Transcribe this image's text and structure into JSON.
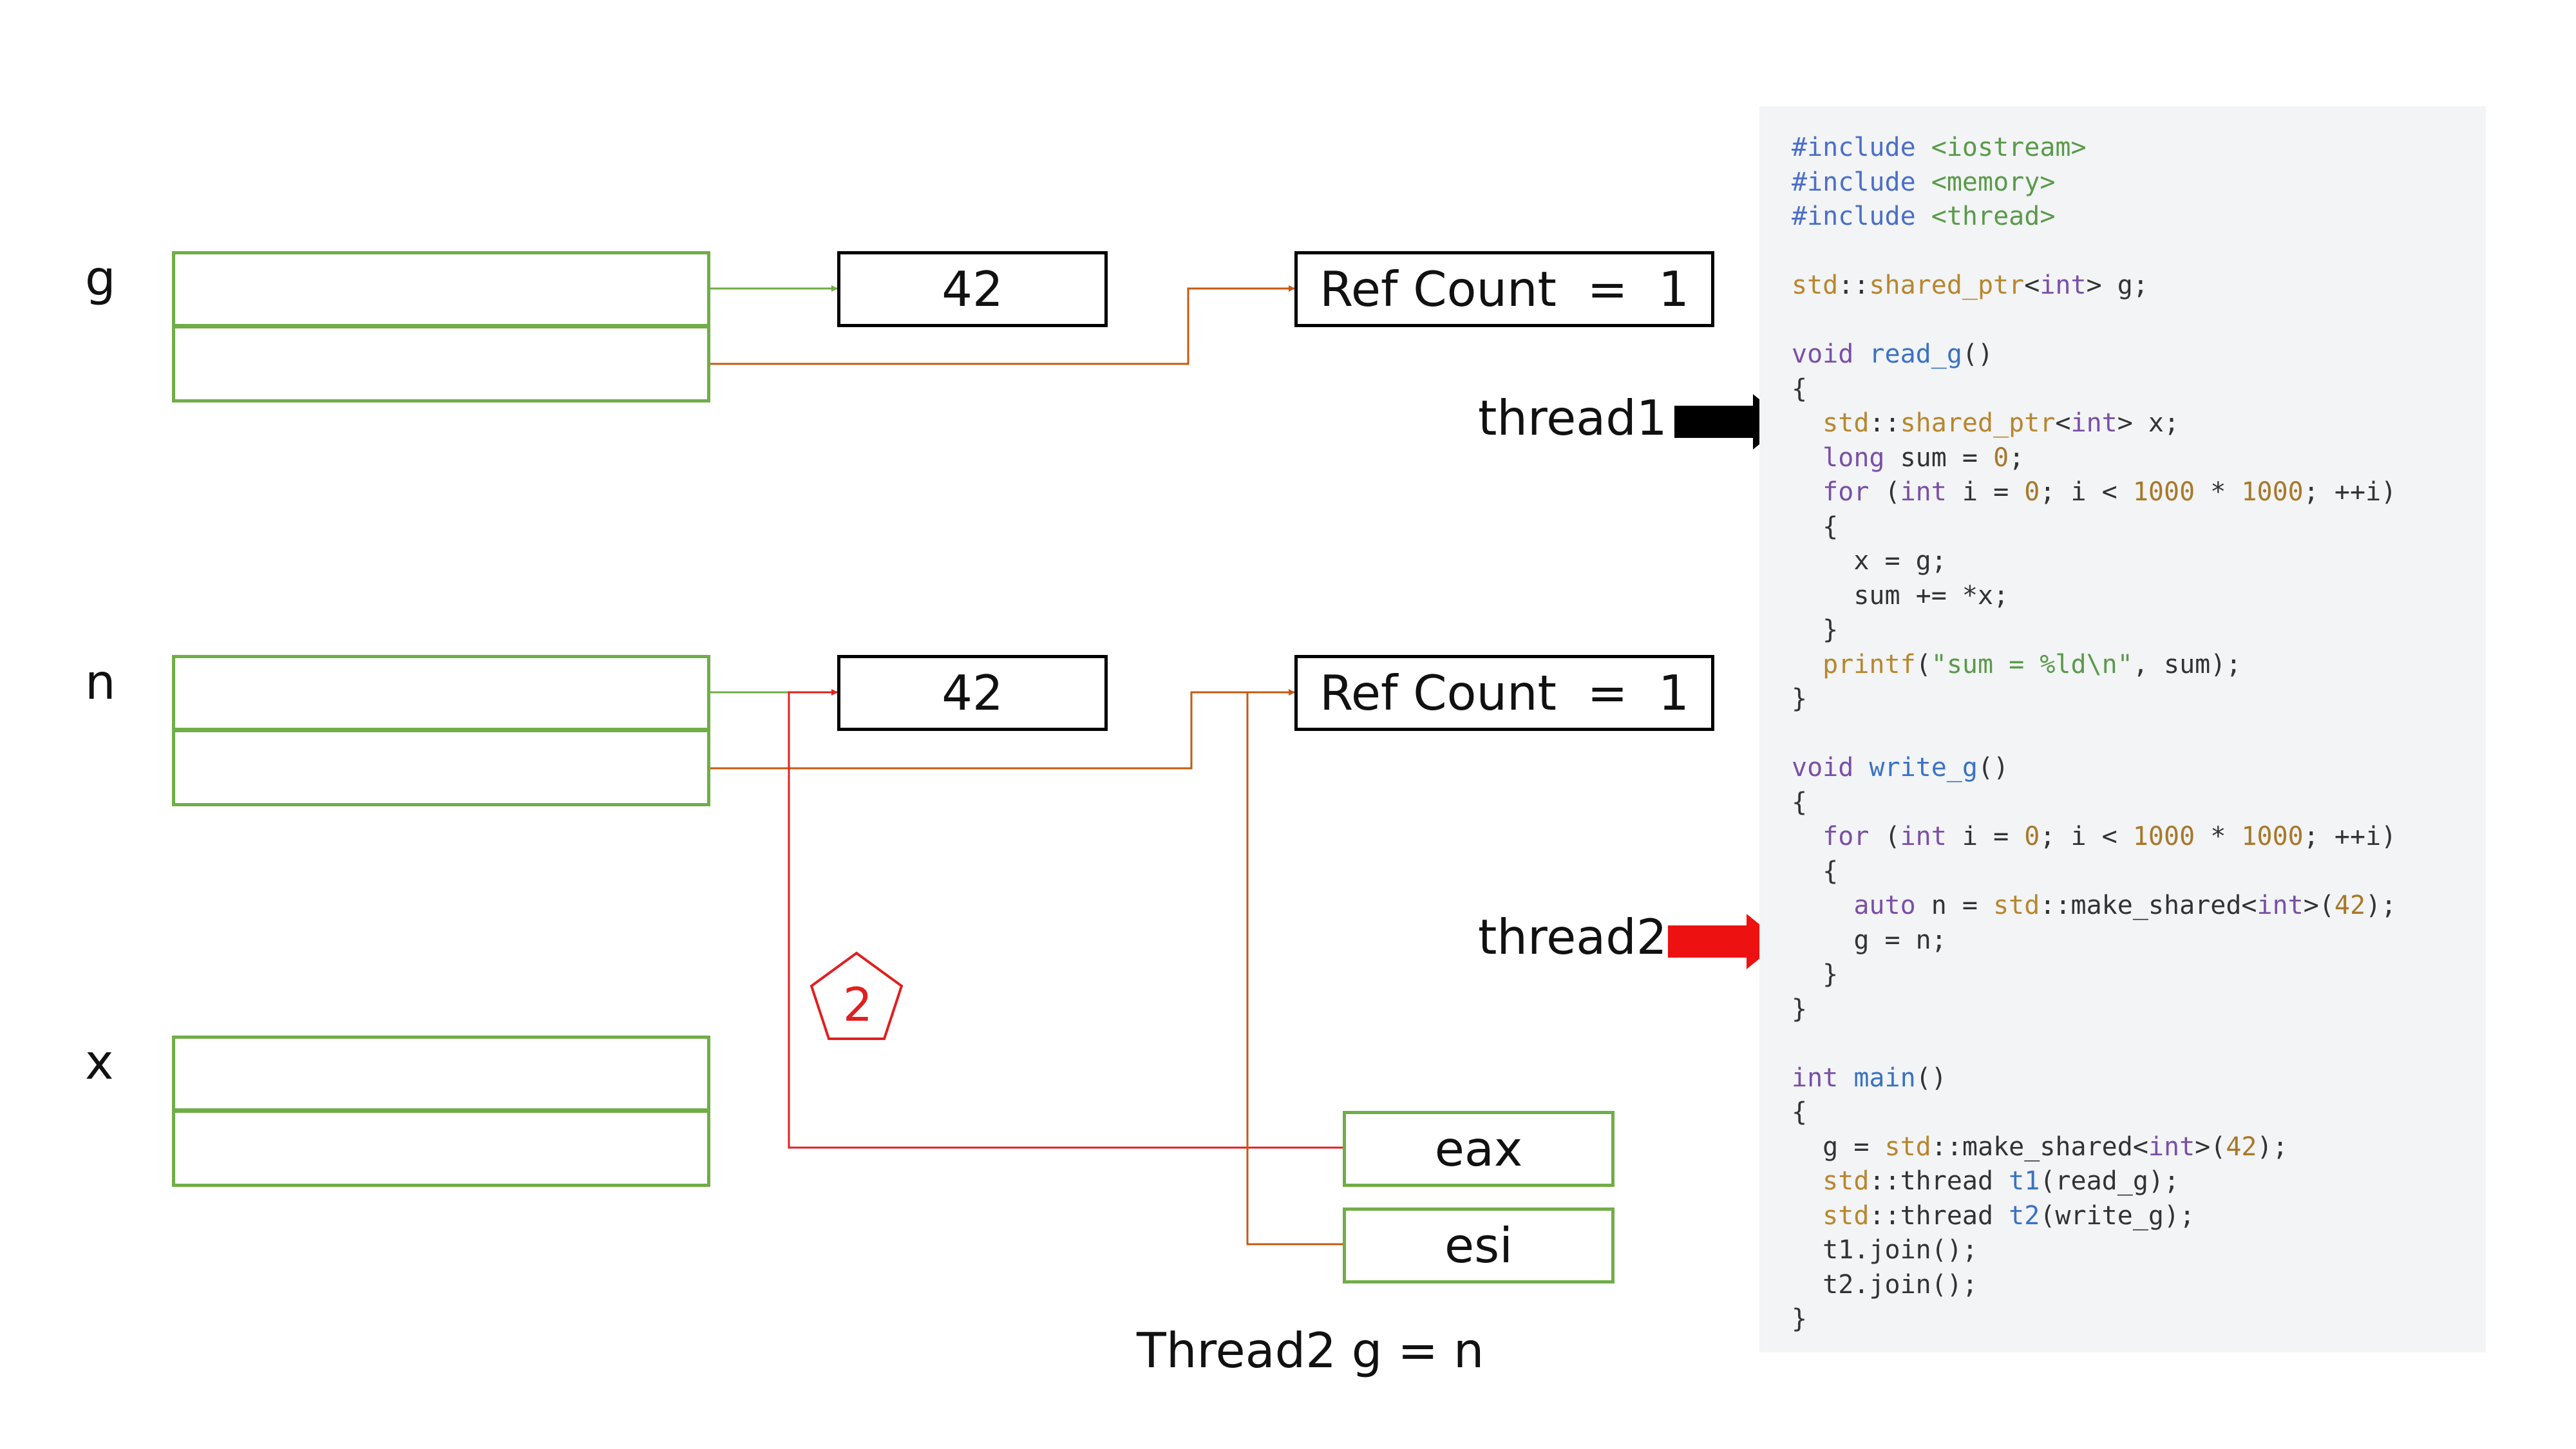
{
  "diagram": {
    "variables": [
      {
        "name": "g"
      },
      {
        "name": "n"
      },
      {
        "name": "x"
      }
    ],
    "g_value_box": "42",
    "g_refcount_box": "Ref Count  =  1",
    "n_value_box": "42",
    "n_refcount_box": "Ref Count  =  1",
    "registers": [
      "eax",
      "esi"
    ],
    "step_marker": "2",
    "caption": "Thread2 g = n",
    "thread_labels": [
      "thread1",
      "thread2"
    ],
    "colors": {
      "pointer_cell_border": "#70ad47",
      "ptr_to_value_arrow": "#70ad47",
      "ptr_to_control_arrow": "#c55a11",
      "register_wire": "#e02020",
      "thread1_arrow": "#000000",
      "thread2_arrow": "#ee1111"
    }
  },
  "code": {
    "lines": [
      [
        [
          "#include ",
          "pre"
        ],
        [
          "<iostream>",
          "str"
        ]
      ],
      [
        [
          "#include ",
          "pre"
        ],
        [
          "<memory>",
          "str"
        ]
      ],
      [
        [
          "#include ",
          "pre"
        ],
        [
          "<thread>",
          "str"
        ]
      ],
      [],
      [
        [
          "std",
          "type"
        ],
        [
          "::",
          "plain"
        ],
        [
          "shared_ptr",
          "type"
        ],
        [
          "<",
          "plain"
        ],
        [
          "int",
          "kw"
        ],
        [
          "> g;",
          "plain"
        ]
      ],
      [],
      [
        [
          "void ",
          "kw"
        ],
        [
          "read_g",
          "fn"
        ],
        [
          "()",
          "plain"
        ]
      ],
      [
        [
          "{",
          "plain"
        ]
      ],
      [
        [
          "  ",
          "plain"
        ],
        [
          "std",
          "type"
        ],
        [
          "::",
          "plain"
        ],
        [
          "shared_ptr",
          "type"
        ],
        [
          "<",
          "plain"
        ],
        [
          "int",
          "kw"
        ],
        [
          "> x;",
          "plain"
        ]
      ],
      [
        [
          "  ",
          "plain"
        ],
        [
          "long ",
          "kw"
        ],
        [
          "sum = ",
          "plain"
        ],
        [
          "0",
          "num"
        ],
        [
          ";",
          "plain"
        ]
      ],
      [
        [
          "  ",
          "plain"
        ],
        [
          "for ",
          "kw"
        ],
        [
          "(",
          "plain"
        ],
        [
          "int ",
          "kw"
        ],
        [
          "i = ",
          "plain"
        ],
        [
          "0",
          "num"
        ],
        [
          "; i < ",
          "plain"
        ],
        [
          "1000",
          "num"
        ],
        [
          " * ",
          "plain"
        ],
        [
          "1000",
          "num"
        ],
        [
          "; ++i)",
          "plain"
        ]
      ],
      [
        [
          "  {",
          "plain"
        ]
      ],
      [
        [
          "    x = g;",
          "plain"
        ]
      ],
      [
        [
          "    sum += *x;",
          "plain"
        ]
      ],
      [
        [
          "  }",
          "plain"
        ]
      ],
      [
        [
          "  ",
          "plain"
        ],
        [
          "printf",
          "type"
        ],
        [
          "(",
          "plain"
        ],
        [
          "\"sum = %ld\\n\"",
          "str"
        ],
        [
          ", sum);",
          "plain"
        ]
      ],
      [
        [
          "}",
          "plain"
        ]
      ],
      [],
      [
        [
          "void ",
          "kw"
        ],
        [
          "write_g",
          "fn"
        ],
        [
          "()",
          "plain"
        ]
      ],
      [
        [
          "{",
          "plain"
        ]
      ],
      [
        [
          "  ",
          "plain"
        ],
        [
          "for ",
          "kw"
        ],
        [
          "(",
          "plain"
        ],
        [
          "int ",
          "kw"
        ],
        [
          "i = ",
          "plain"
        ],
        [
          "0",
          "num"
        ],
        [
          "; i < ",
          "plain"
        ],
        [
          "1000",
          "num"
        ],
        [
          " * ",
          "plain"
        ],
        [
          "1000",
          "num"
        ],
        [
          "; ++i)",
          "plain"
        ]
      ],
      [
        [
          "  {",
          "plain"
        ]
      ],
      [
        [
          "    ",
          "plain"
        ],
        [
          "auto ",
          "kw"
        ],
        [
          "n = ",
          "plain"
        ],
        [
          "std",
          "type"
        ],
        [
          "::make_shared<",
          "plain"
        ],
        [
          "int",
          "kw"
        ],
        [
          ">(",
          "plain"
        ],
        [
          "42",
          "num"
        ],
        [
          ");",
          "plain"
        ]
      ],
      [
        [
          "    g = n;",
          "plain"
        ]
      ],
      [
        [
          "  }",
          "plain"
        ]
      ],
      [
        [
          "}",
          "plain"
        ]
      ],
      [],
      [
        [
          "int ",
          "kw"
        ],
        [
          "main",
          "fn"
        ],
        [
          "()",
          "plain"
        ]
      ],
      [
        [
          "{",
          "plain"
        ]
      ],
      [
        [
          "  g = ",
          "plain"
        ],
        [
          "std",
          "type"
        ],
        [
          "::make_shared<",
          "plain"
        ],
        [
          "int",
          "kw"
        ],
        [
          ">(",
          "plain"
        ],
        [
          "42",
          "num"
        ],
        [
          ");",
          "plain"
        ]
      ],
      [
        [
          "  ",
          "plain"
        ],
        [
          "std",
          "type"
        ],
        [
          "::thread ",
          "plain"
        ],
        [
          "t1",
          "fn"
        ],
        [
          "(read_g);",
          "plain"
        ]
      ],
      [
        [
          "  ",
          "plain"
        ],
        [
          "std",
          "type"
        ],
        [
          "::thread ",
          "plain"
        ],
        [
          "t2",
          "fn"
        ],
        [
          "(write_g);",
          "plain"
        ]
      ],
      [
        [
          "  t1.join();",
          "plain"
        ]
      ],
      [
        [
          "  t2.join();",
          "plain"
        ]
      ],
      [
        [
          "}",
          "plain"
        ]
      ]
    ]
  }
}
